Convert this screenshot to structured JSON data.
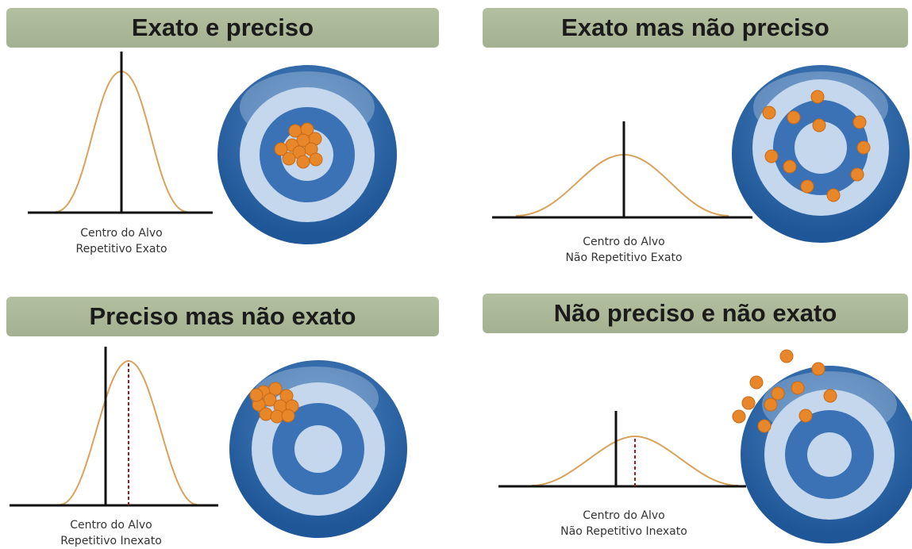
{
  "colors": {
    "banner": "#a9b594",
    "curve": "#d9a25c",
    "axis": "#111111",
    "offset_line": "#a01818",
    "target_dark": "#2d65a8",
    "target_light": "#c4d7ec",
    "hit": "#e8862a"
  },
  "panels": [
    {
      "title": "Exato e preciso",
      "caption_line1": "Centro do Alvo",
      "caption_line2": "Repetitivo Exato",
      "accuracy": "exato",
      "precision": "preciso"
    },
    {
      "title": "Exato mas não preciso",
      "caption_line1": "Centro do Alvo",
      "caption_line2": "Não Repetitivo Exato",
      "accuracy": "exato",
      "precision": "não preciso"
    },
    {
      "title": "Preciso mas não exato",
      "caption_line1": "Centro do Alvo",
      "caption_line2": "Repetitivo Inexato",
      "accuracy": "não exato",
      "precision": "preciso"
    },
    {
      "title": "Não preciso e não exato",
      "caption_line1": "Centro do Alvo",
      "caption_line2": "Não Repetitivo Inexato",
      "accuracy": "não exato",
      "precision": "não preciso"
    }
  ]
}
